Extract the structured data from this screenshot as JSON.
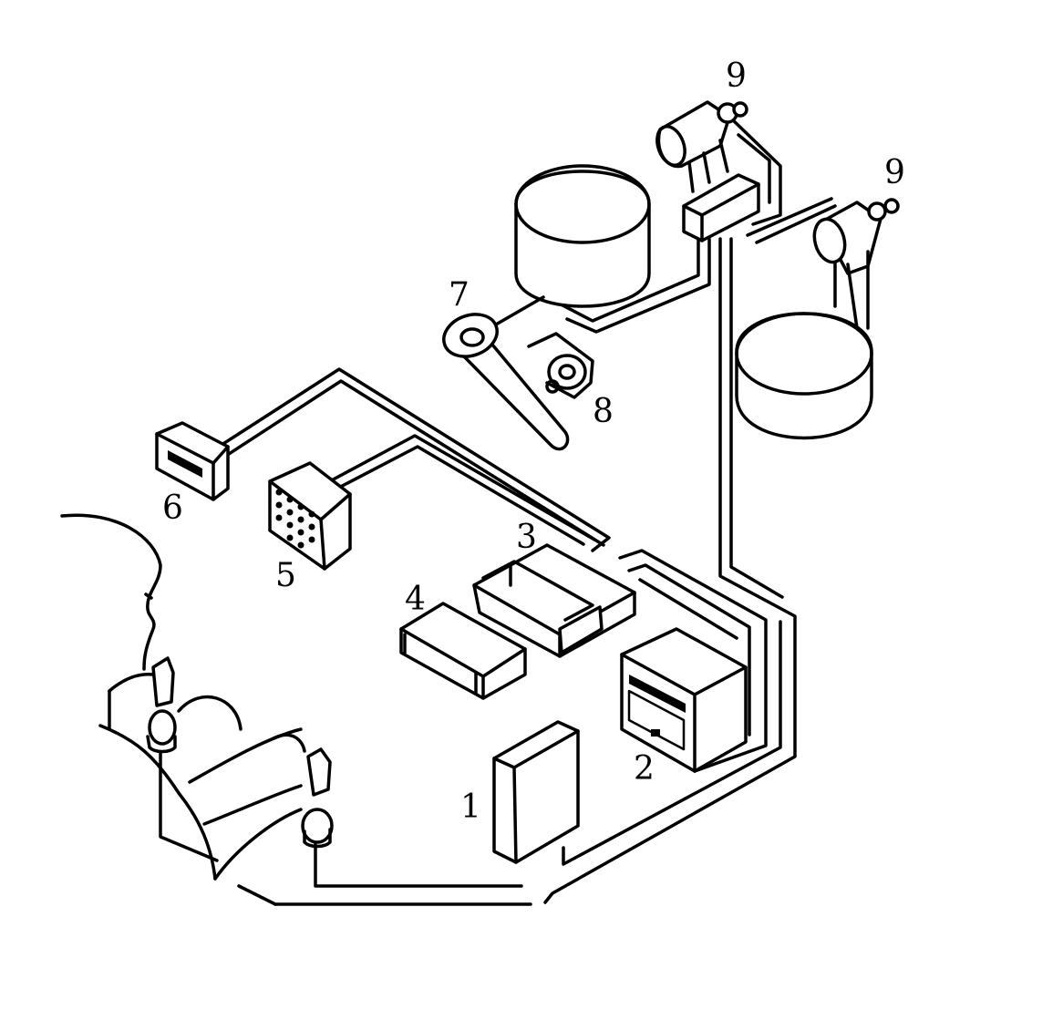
{
  "labels": {
    "n1": "1",
    "n2": "2",
    "n3": "3",
    "n4": "4",
    "n5": "5",
    "n6": "6",
    "n7": "7",
    "n8": "8",
    "n9a": "9",
    "n9b": "9"
  },
  "colors": {
    "ink": "#000000",
    "paper": "#ffffff"
  }
}
